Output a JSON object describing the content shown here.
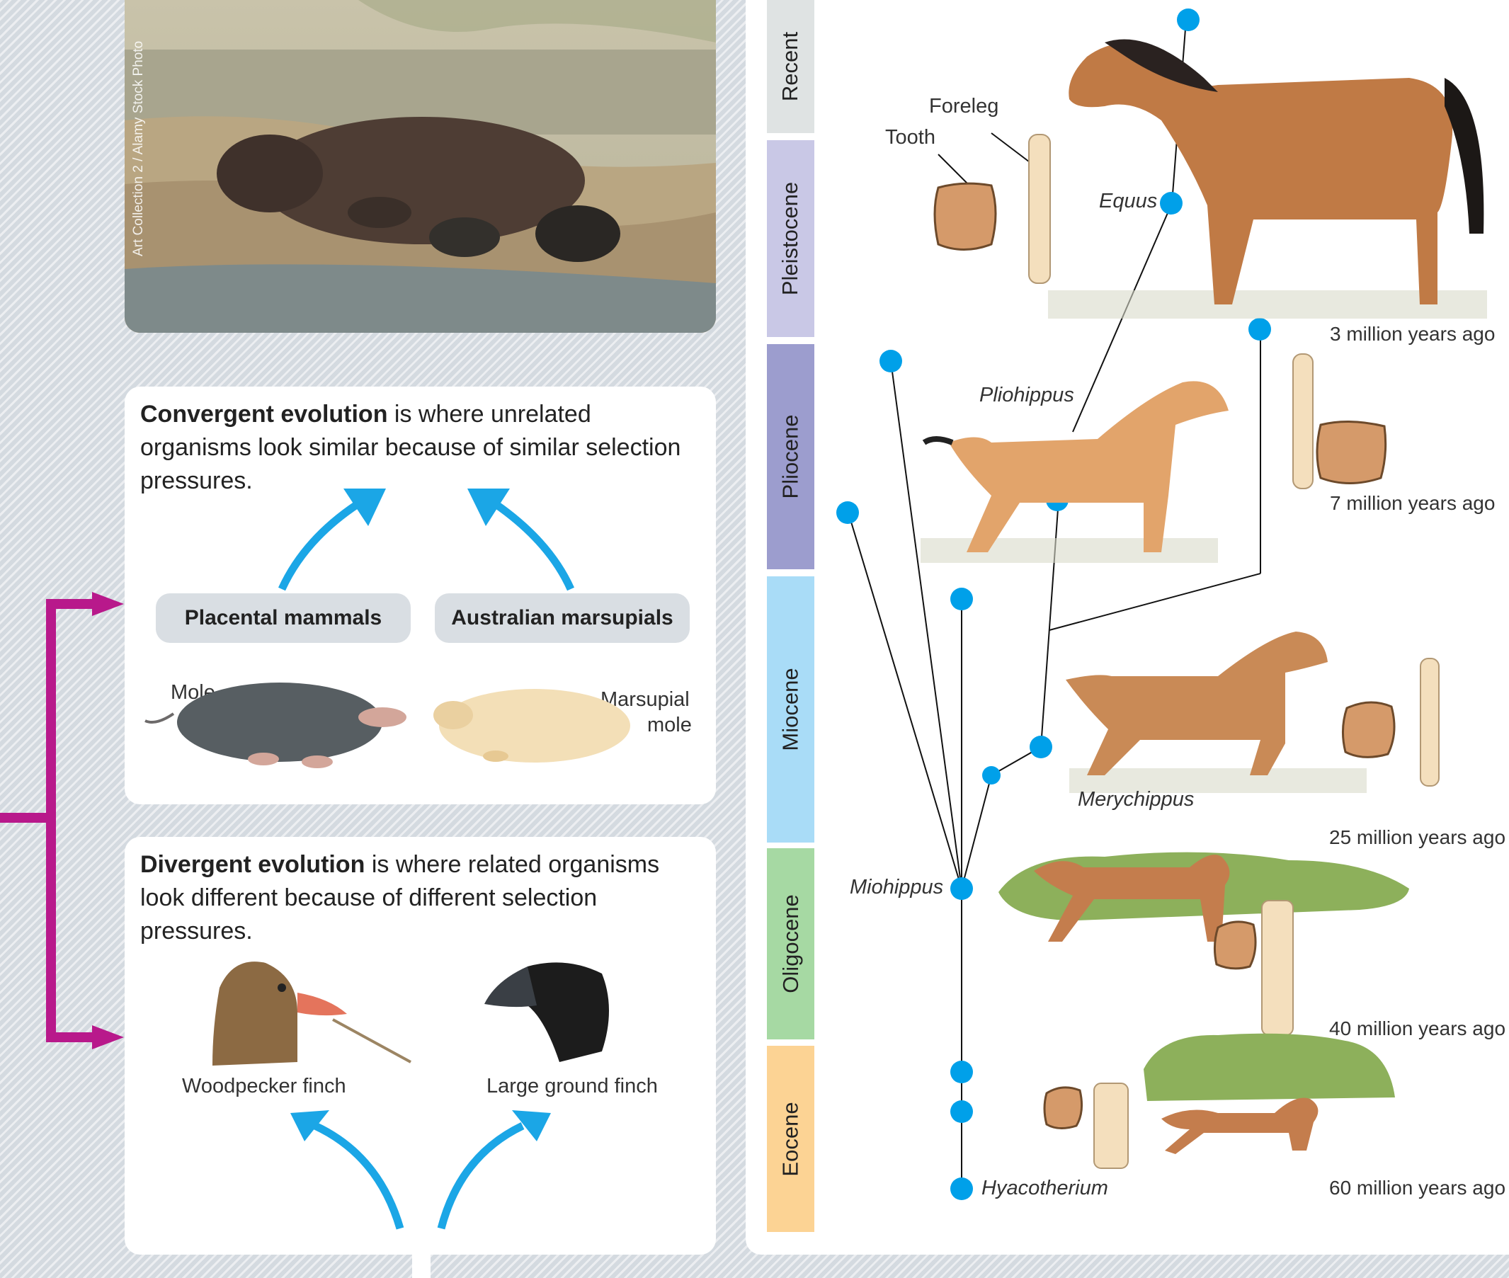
{
  "photo": {
    "credit": "Art Collection 2 / Alamy Stock Photo"
  },
  "convergent": {
    "term": "Convergent evolution",
    "text": " is where unrelated organisms look similar because of similar selection pressures.",
    "groups": [
      "Placental mammals",
      "Australian marsupials"
    ],
    "animals": {
      "mole": "Mole",
      "marsupial_mole_1": "Marsupial",
      "marsupial_mole_2": "mole"
    }
  },
  "divergent": {
    "term": "Divergent evolution",
    "text": " is where related organisms look different because of different selection pressures.",
    "birds": [
      "Woodpecker finch",
      "Large ground finch"
    ]
  },
  "timeline": {
    "eras": [
      "Recent",
      "Pleistocene",
      "Pliocene",
      "Miocene",
      "Oligocene",
      "Eocene"
    ],
    "era_colors": [
      "#dfe3e3",
      "#c9c8e6",
      "#9c9dce",
      "#a9dcf7",
      "#a6d9a3",
      "#fcd394"
    ],
    "ages": [
      "3 million years ago",
      "7 million years ago",
      "25 million years ago",
      "40 million years ago",
      "60 million years ago"
    ],
    "species": [
      "Equus",
      "Pliohippus",
      "Merychippus",
      "Miohippus",
      "Hyacotherium"
    ],
    "parts": {
      "foreleg": "Foreleg",
      "tooth": "Tooth"
    }
  },
  "colors": {
    "accent_blue": "#1ba6e6",
    "bracket_magenta": "#b8198b",
    "node_blue": "#00a0e9"
  }
}
